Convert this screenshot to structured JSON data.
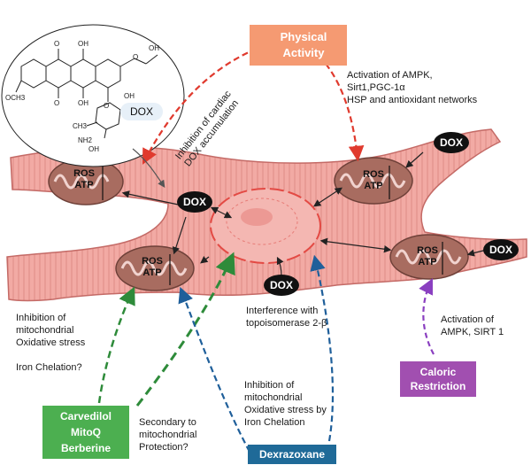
{
  "molecule": {
    "label": "DOX",
    "atoms": [
      "O",
      "OH",
      "O",
      "OH",
      "OH",
      "OCH3",
      "O",
      "OH",
      "CH3",
      "NH2",
      "OH",
      "O"
    ]
  },
  "cell": {
    "dox_markers": [
      "DOX",
      "DOX",
      "DOX",
      "DOX"
    ],
    "mito_labels": {
      "ros": "ROS",
      "atp": "ATP"
    }
  },
  "physical_activity": {
    "label": "Physical\nActivity",
    "effects": "Activation of AMPK,\nSirt1,PGC-1α\nHSP and antioxidant networks",
    "inhibition": "Inhibition of cardiac\nDOX accumulation",
    "color": "#f59a72"
  },
  "caloric_restriction": {
    "label": "Caloric\nRestriction",
    "effects": "Activation of\nAMPK, SIRT 1",
    "color": "#a14fb0"
  },
  "carvedilol": {
    "label": "Carvedilol\nMitoQ\nBerberine",
    "effects": "Inhibition of\nmitochondrial\nOxidative stress\n\nIron Chelation?",
    "secondary": "Secondary to\nmitochondrial\nProtection?",
    "color": "#4caf50"
  },
  "dexrazoxane": {
    "label": "Dexrazoxane",
    "effects": "Inhibition of\nmitochondrial\nOxidative stress by\nIron Chelation",
    "color": "#1f6a98"
  },
  "topoisomerase": "Interference with\ntopoisomerase 2-β",
  "colors": {
    "cell_fill": "#f0a8a3",
    "cell_stroke": "#c46a66",
    "mito_fill": "#a86c60",
    "red_arrow": "#e03a2e",
    "green_arrow": "#2e8b3a",
    "blue_arrow": "#1f5f9a",
    "purple_arrow": "#8a3fc0"
  }
}
